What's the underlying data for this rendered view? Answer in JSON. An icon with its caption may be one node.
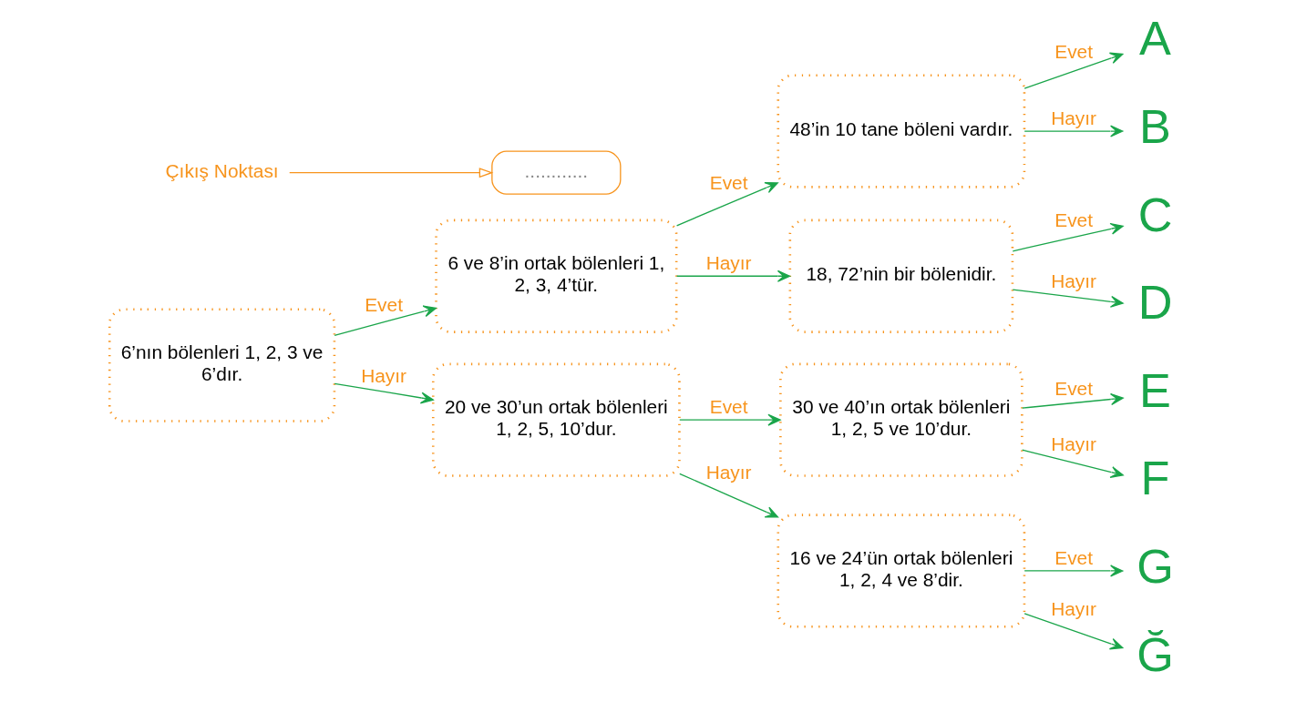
{
  "diagram": {
    "nodes": [
      {
        "text": [
          "6’nın bölenleri 1, 2, 3 ve 6’dır."
        ]
      },
      {
        "text": [
          "6 ve 8’in ortak bölenleri 1, 2, 3, 4’tür."
        ]
      },
      {
        "text": [
          "20 ve 30’un ortak bölenleri 1, 2, 5, 10’dur."
        ]
      },
      {
        "text": [
          "48’in 10 tane böleni vardır."
        ]
      },
      {
        "text": [
          "18, 72’nin bir bölenidir."
        ]
      },
      {
        "text": [
          "30 ve 40’ın ortak bölenleri 1, 2, 5 ve 10’dur."
        ]
      },
      {
        "text": [
          "16 ve 24’ün ortak bölenleri 1, 2, 4 ve 8’dir."
        ]
      },
      {
        "text": [
          "A"
        ]
      },
      {
        "text": [
          "B"
        ]
      },
      {
        "text": [
          "C"
        ]
      },
      {
        "text": [
          "D"
        ]
      },
      {
        "text": [
          "E"
        ]
      },
      {
        "text": [
          "F"
        ]
      },
      {
        "text": [
          "G"
        ]
      },
      {
        "text": [
          "Ğ"
        ]
      },
      {
        "text": [
          "Çıkış Noktası"
        ]
      },
      {
        "text": [
          "............"
        ]
      }
    ],
    "edges": [
      {
        "from": 0,
        "to": 1,
        "arrow": "to",
        "label": "Evet"
      },
      {
        "from": 0,
        "to": 2,
        "arrow": "to",
        "label": "Hayır"
      },
      {
        "from": 1,
        "to": 3,
        "arrow": "to",
        "label": "Evet"
      },
      {
        "from": 1,
        "to": 4,
        "arrow": "to",
        "label": "Hayır"
      },
      {
        "from": 2,
        "to": 5,
        "arrow": "to",
        "label": "Evet"
      },
      {
        "from": 2,
        "to": 6,
        "arrow": "to",
        "label": "Hayır"
      },
      {
        "from": 3,
        "to": 7,
        "arrow": "to",
        "label": "Evet"
      },
      {
        "from": 3,
        "to": 8,
        "arrow": "to",
        "label": "Hayır"
      },
      {
        "from": 4,
        "to": 9,
        "arrow": "to",
        "label": "Evet"
      },
      {
        "from": 4,
        "to": 10,
        "arrow": "to",
        "label": "Hayır"
      },
      {
        "from": 5,
        "to": 11,
        "arrow": "to",
        "label": "Evet"
      },
      {
        "from": 5,
        "to": 12,
        "arrow": "to",
        "label": "Hayır"
      },
      {
        "from": 6,
        "to": 13,
        "arrow": "to",
        "label": "Evet"
      },
      {
        "from": 6,
        "to": 14,
        "arrow": "to",
        "label": "Hayır"
      },
      {
        "from": 15,
        "to": 16,
        "arrow": "to",
        "color": "#f7941d"
      }
    ]
  }
}
